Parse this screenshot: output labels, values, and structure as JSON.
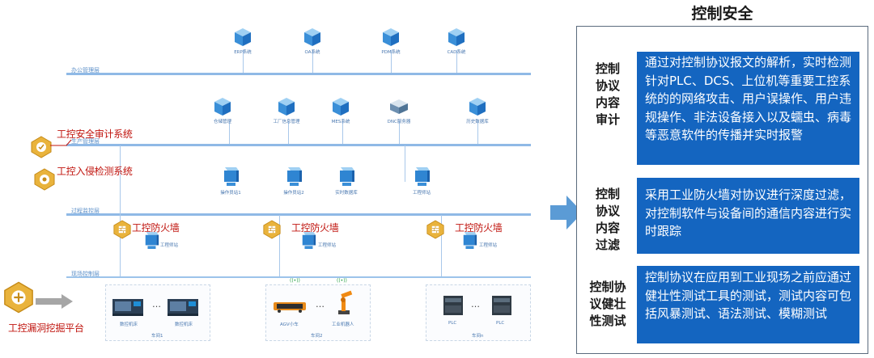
{
  "diagram": {
    "layers": {
      "office": "办公管理层",
      "production": "生产管理层",
      "process": "过程监控层",
      "field": "现场控制层"
    },
    "office_nodes": [
      "ERP系统",
      "OA系统",
      "PDM系统",
      "CAD系统"
    ],
    "production_nodes": [
      "仓储管理",
      "工厂信息管理",
      "MES系统",
      "DNC服务器",
      "历史数据库"
    ],
    "process_nodes": [
      "操作员站1",
      "操作员站2",
      "实时数据库",
      "工程师站"
    ],
    "security_systems": {
      "audit": "工控安全审计系统",
      "ids": "工控入侵检测系统",
      "vuln": "工控漏洞挖掘平台"
    },
    "firewall_label": "工控防火墙",
    "engineer_station": "工程师站",
    "workshops": [
      {
        "name": "车间1",
        "devices": [
          "数控机床",
          "数控机床"
        ]
      },
      {
        "name": "车间2",
        "devices": [
          "AGV小车",
          "工业机器人"
        ]
      },
      {
        "name": "车间n",
        "devices": [
          "PLC",
          "PLC"
        ]
      }
    ],
    "ellipsis": "…",
    "colors": {
      "security_red": "#c0140e",
      "line_blue": "#9cc3ea",
      "arrow_blue": "#5b9bd5"
    }
  },
  "panel": {
    "title": "控制安全",
    "rows": [
      {
        "label_lines": [
          "控制",
          "协议",
          "内容",
          "审计"
        ],
        "text": "通过对控制协议报文的解析，实时检测针对PLC、DCS、上位机等重要工控系统的的网络攻击、用户误操作、用户违规操作、非法设备接入以及蠕虫、病毒等恶意软件的传播并实时报警"
      },
      {
        "label_lines": [
          "控制",
          "协议",
          "内容",
          "过滤"
        ],
        "text": "采用工业防火墙对协议进行深度过滤，对控制软件与设备间的通信内容进行实时跟踪"
      },
      {
        "label_lines": [
          "控制协",
          "议健壮",
          "性测试"
        ],
        "text": "控制协议在应用到工业现场之前应通过健壮性测试工具的测试，测试内容可包括风暴测试、语法测试、模糊测试"
      }
    ],
    "colors": {
      "box_blue": "#1465c0"
    }
  }
}
